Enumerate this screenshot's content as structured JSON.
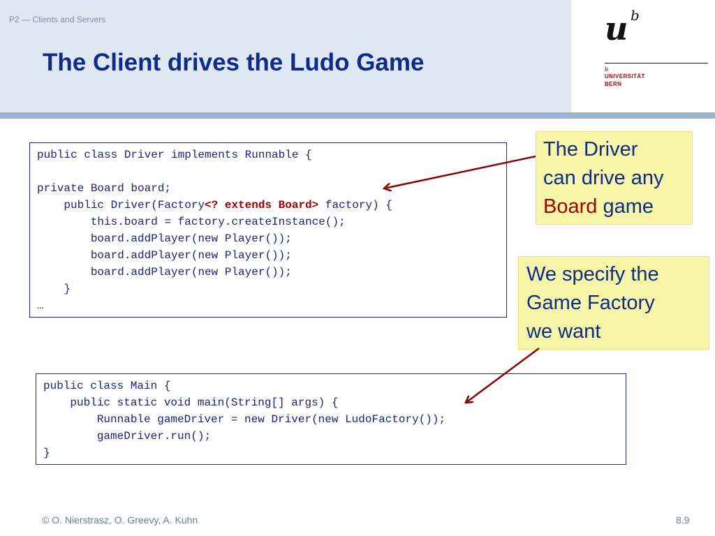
{
  "header": {
    "course": "P2 — Clients and Servers",
    "title": "The Client drives the Ludo Game"
  },
  "logo": {
    "mark_u": "u",
    "mark_b": "b",
    "small_b": "b",
    "line1": "UNIVERSITÄT",
    "line2": "BERN"
  },
  "code1": {
    "lines": [
      "public class Driver implements Runnable {",
      "",
      "private Board board;",
      "    public Driver(Factory",
      "<? extends Board>",
      " factory) {",
      "        this.board = factory.createInstance();",
      "        board.addPlayer(new Player());",
      "        board.addPlayer(new Player());",
      "        board.addPlayer(new Player());",
      "    }",
      "…"
    ]
  },
  "code2": {
    "lines": [
      "public class Main {",
      "    public static void main(String[] args) {",
      "        Runnable gameDriver = new Driver(new LudoFactory());",
      "        gameDriver.run();",
      "}"
    ]
  },
  "callouts": {
    "driver": {
      "line1": "The Driver",
      "line2": "can drive any",
      "line3_red": "Board",
      "line3_rest": " game"
    },
    "factory": {
      "line1": "We specify the",
      "line2": "Game Factory",
      "line3": "we want"
    }
  },
  "footer": {
    "authors": "© O. Nierstrasz, O. Greevy, A. Kuhn",
    "page": "8.9"
  },
  "colors": {
    "title": "#102a8a",
    "header_bg": "#dde8f3",
    "callout_bg": "#f7f5a7",
    "arrow": "#8b0000",
    "keyword": "#a00000"
  }
}
